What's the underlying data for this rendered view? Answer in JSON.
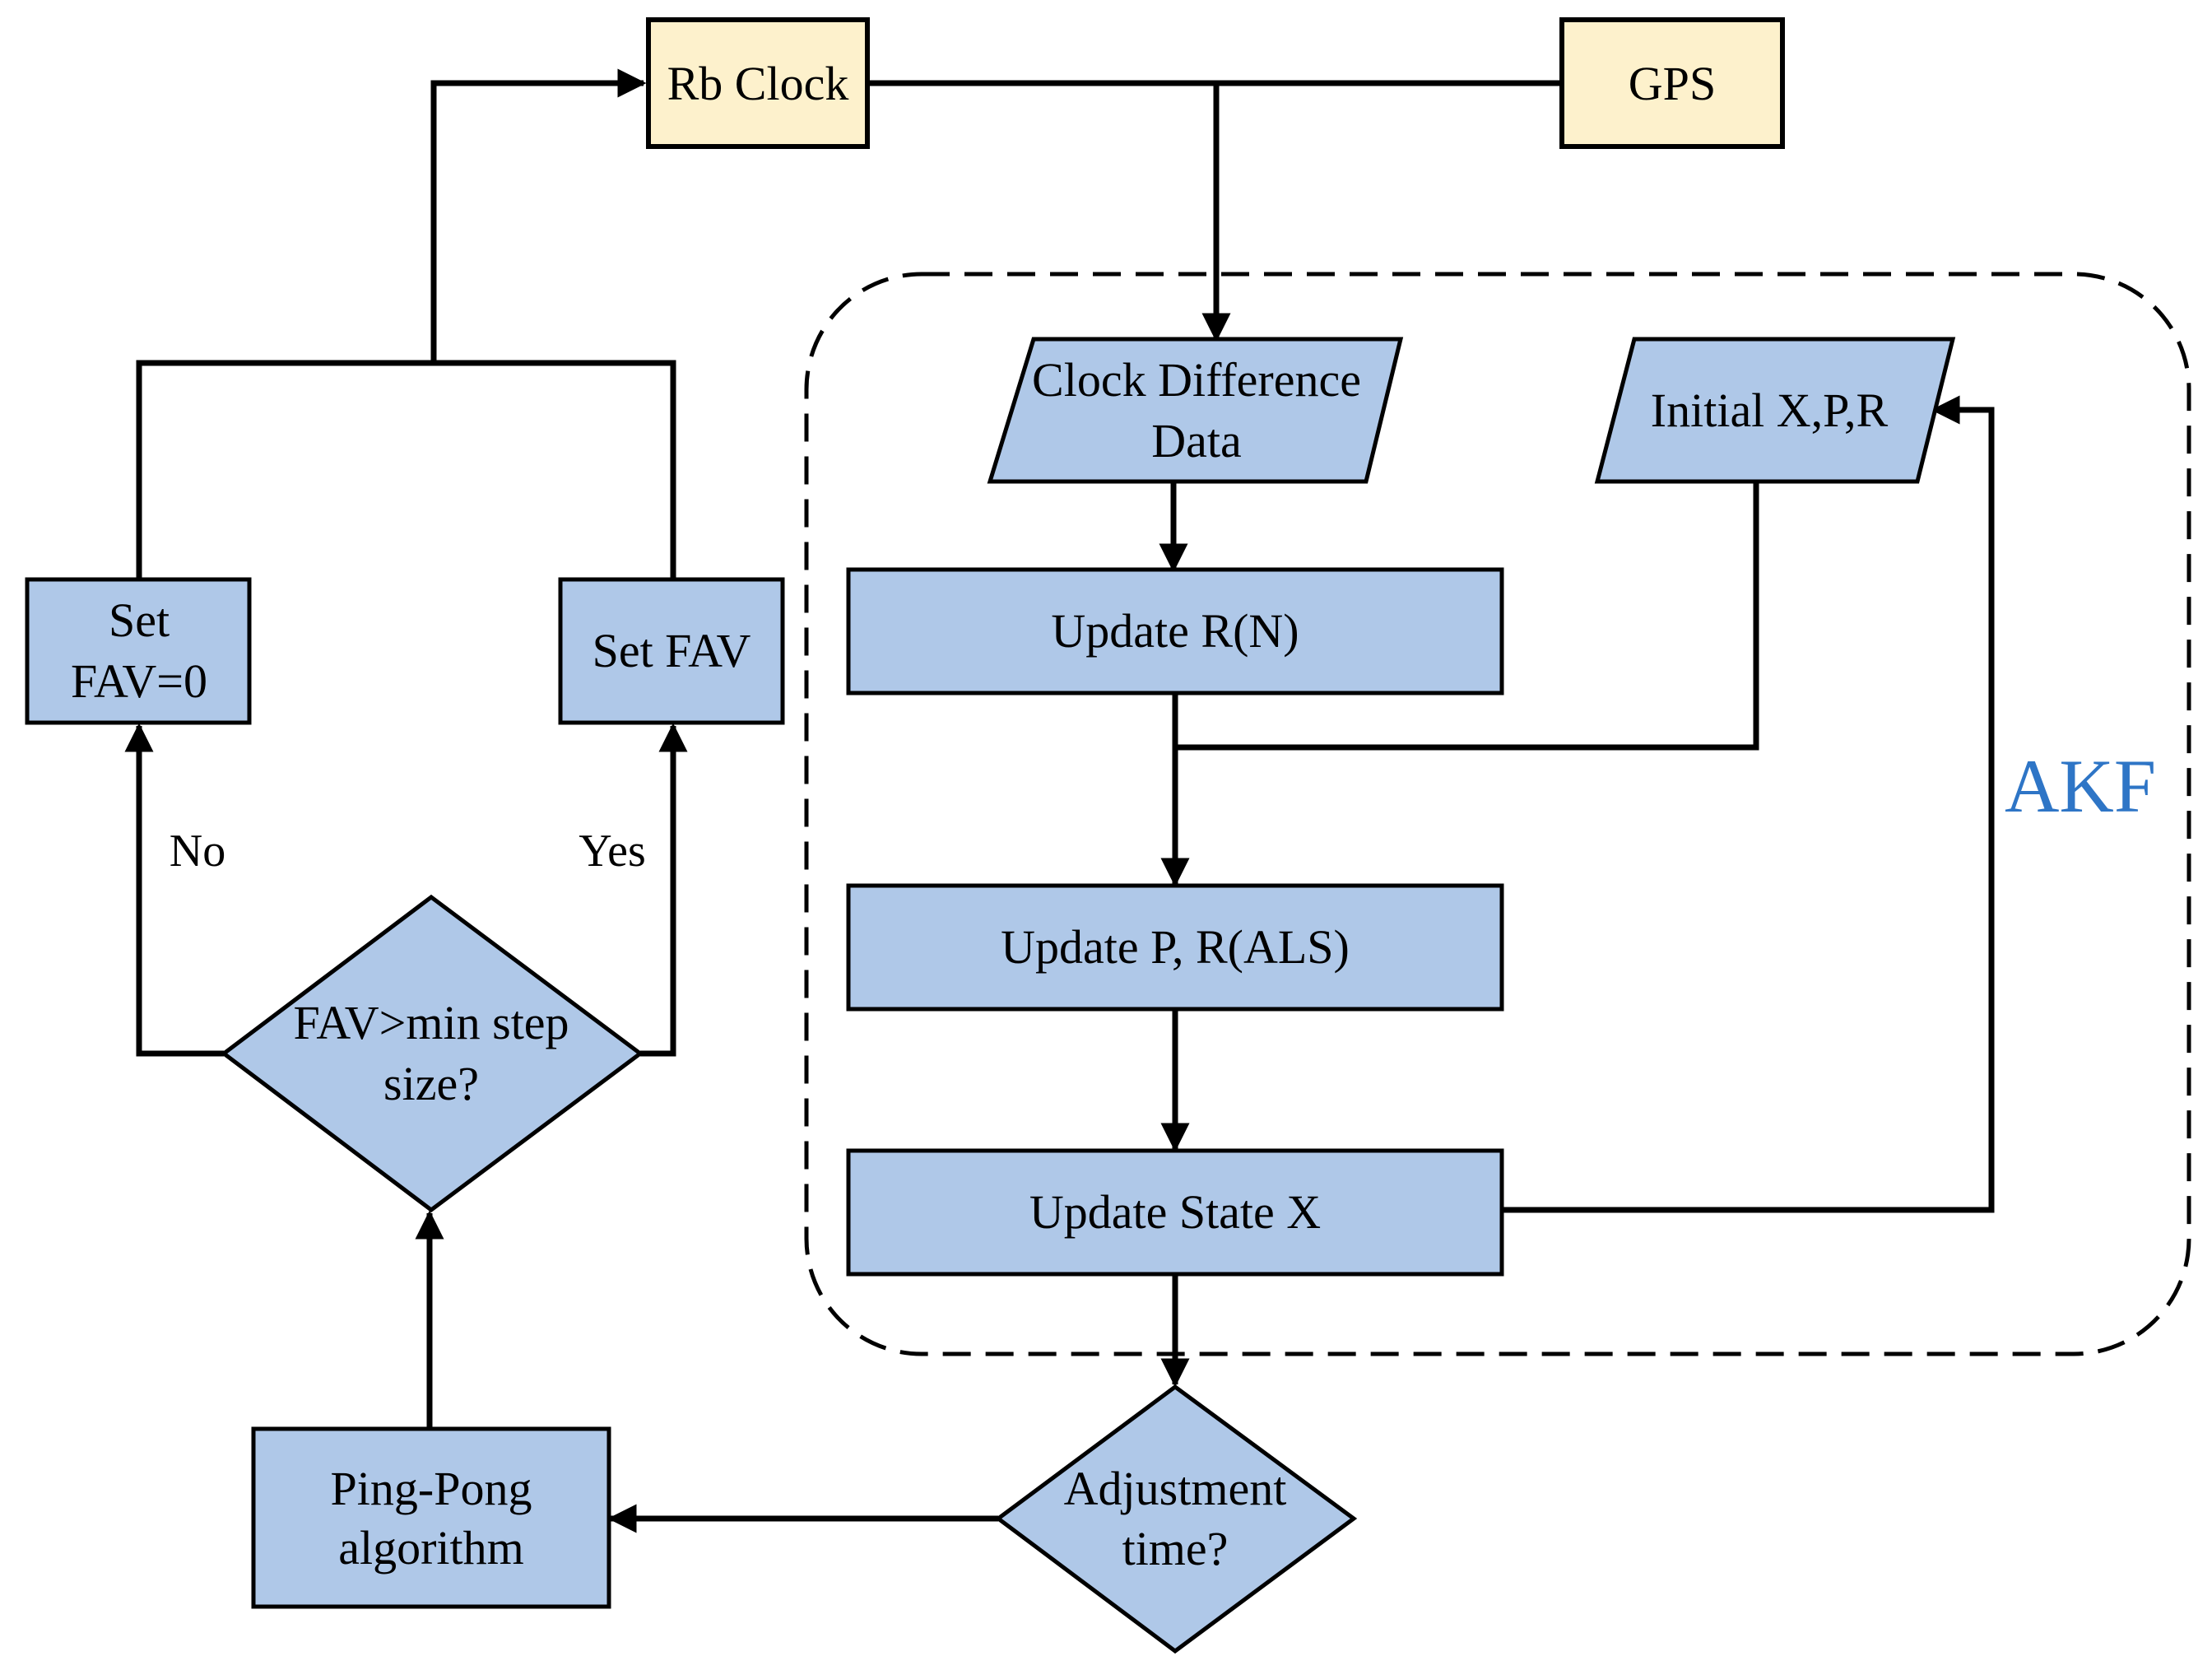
{
  "diagram": {
    "nodes": {
      "rb_clock": "Rb Clock",
      "gps": "GPS",
      "clock_difference": [
        "Clock Difference",
        "Data"
      ],
      "initial_xpr": "Initial X,P,R",
      "update_rn": "Update R(N)",
      "update_pr": "Update P, R(ALS)",
      "update_state": "Update State X",
      "adjustment_time": [
        "Adjustment",
        "time?"
      ],
      "ping_pong": [
        "Ping-Pong",
        "algorithm"
      ],
      "fav_decision": [
        "FAV>min step",
        "size?"
      ],
      "set_fav_zero": [
        "Set",
        "FAV=0"
      ],
      "set_fav": "Set FAV"
    },
    "edge_labels": {
      "no": "No",
      "yes": "Yes"
    },
    "group_label": "AKF",
    "colors": {
      "process_fill": "#afc8e8",
      "source_fill": "#fdf1cc",
      "akf_label": "#2e75c6",
      "stroke": "#000000"
    }
  }
}
